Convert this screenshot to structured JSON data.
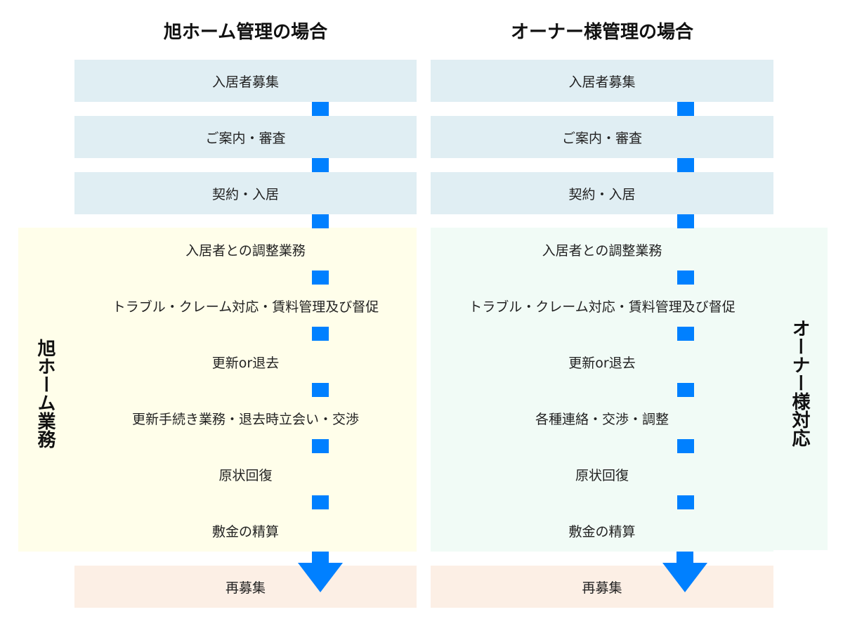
{
  "left": {
    "title": "旭ホーム管理の場合",
    "side_label": "旭ホーム業務",
    "steps": [
      "入居者募集",
      "ご案内・審査",
      "契約・入居",
      "入居者との調整業務",
      "トラブル・クレーム対応・賃料管理及び督促",
      "更新or退去",
      "更新手続き業務・退去時立会い・交渉",
      "原状回復",
      "敷金の精算",
      "再募集"
    ]
  },
  "right": {
    "title": "オーナー様管理の場合",
    "side_label": "オーナー様対応",
    "steps": [
      "入居者募集",
      "ご案内・審査",
      "契約・入居",
      "入居者との調整業務",
      "トラブル・クレーム対応・賃料管理及び督促",
      "更新or退去",
      "各種連絡・交渉・調整",
      "原状回復",
      "敷金の精算",
      "再募集"
    ]
  },
  "colors": {
    "connector": "#0080ff",
    "pre_contract_box": "#e0eef3",
    "company_duty_panel": "#fffeea",
    "owner_duty_panel": "#f1fbf6",
    "final_box": "#fcefe5"
  }
}
